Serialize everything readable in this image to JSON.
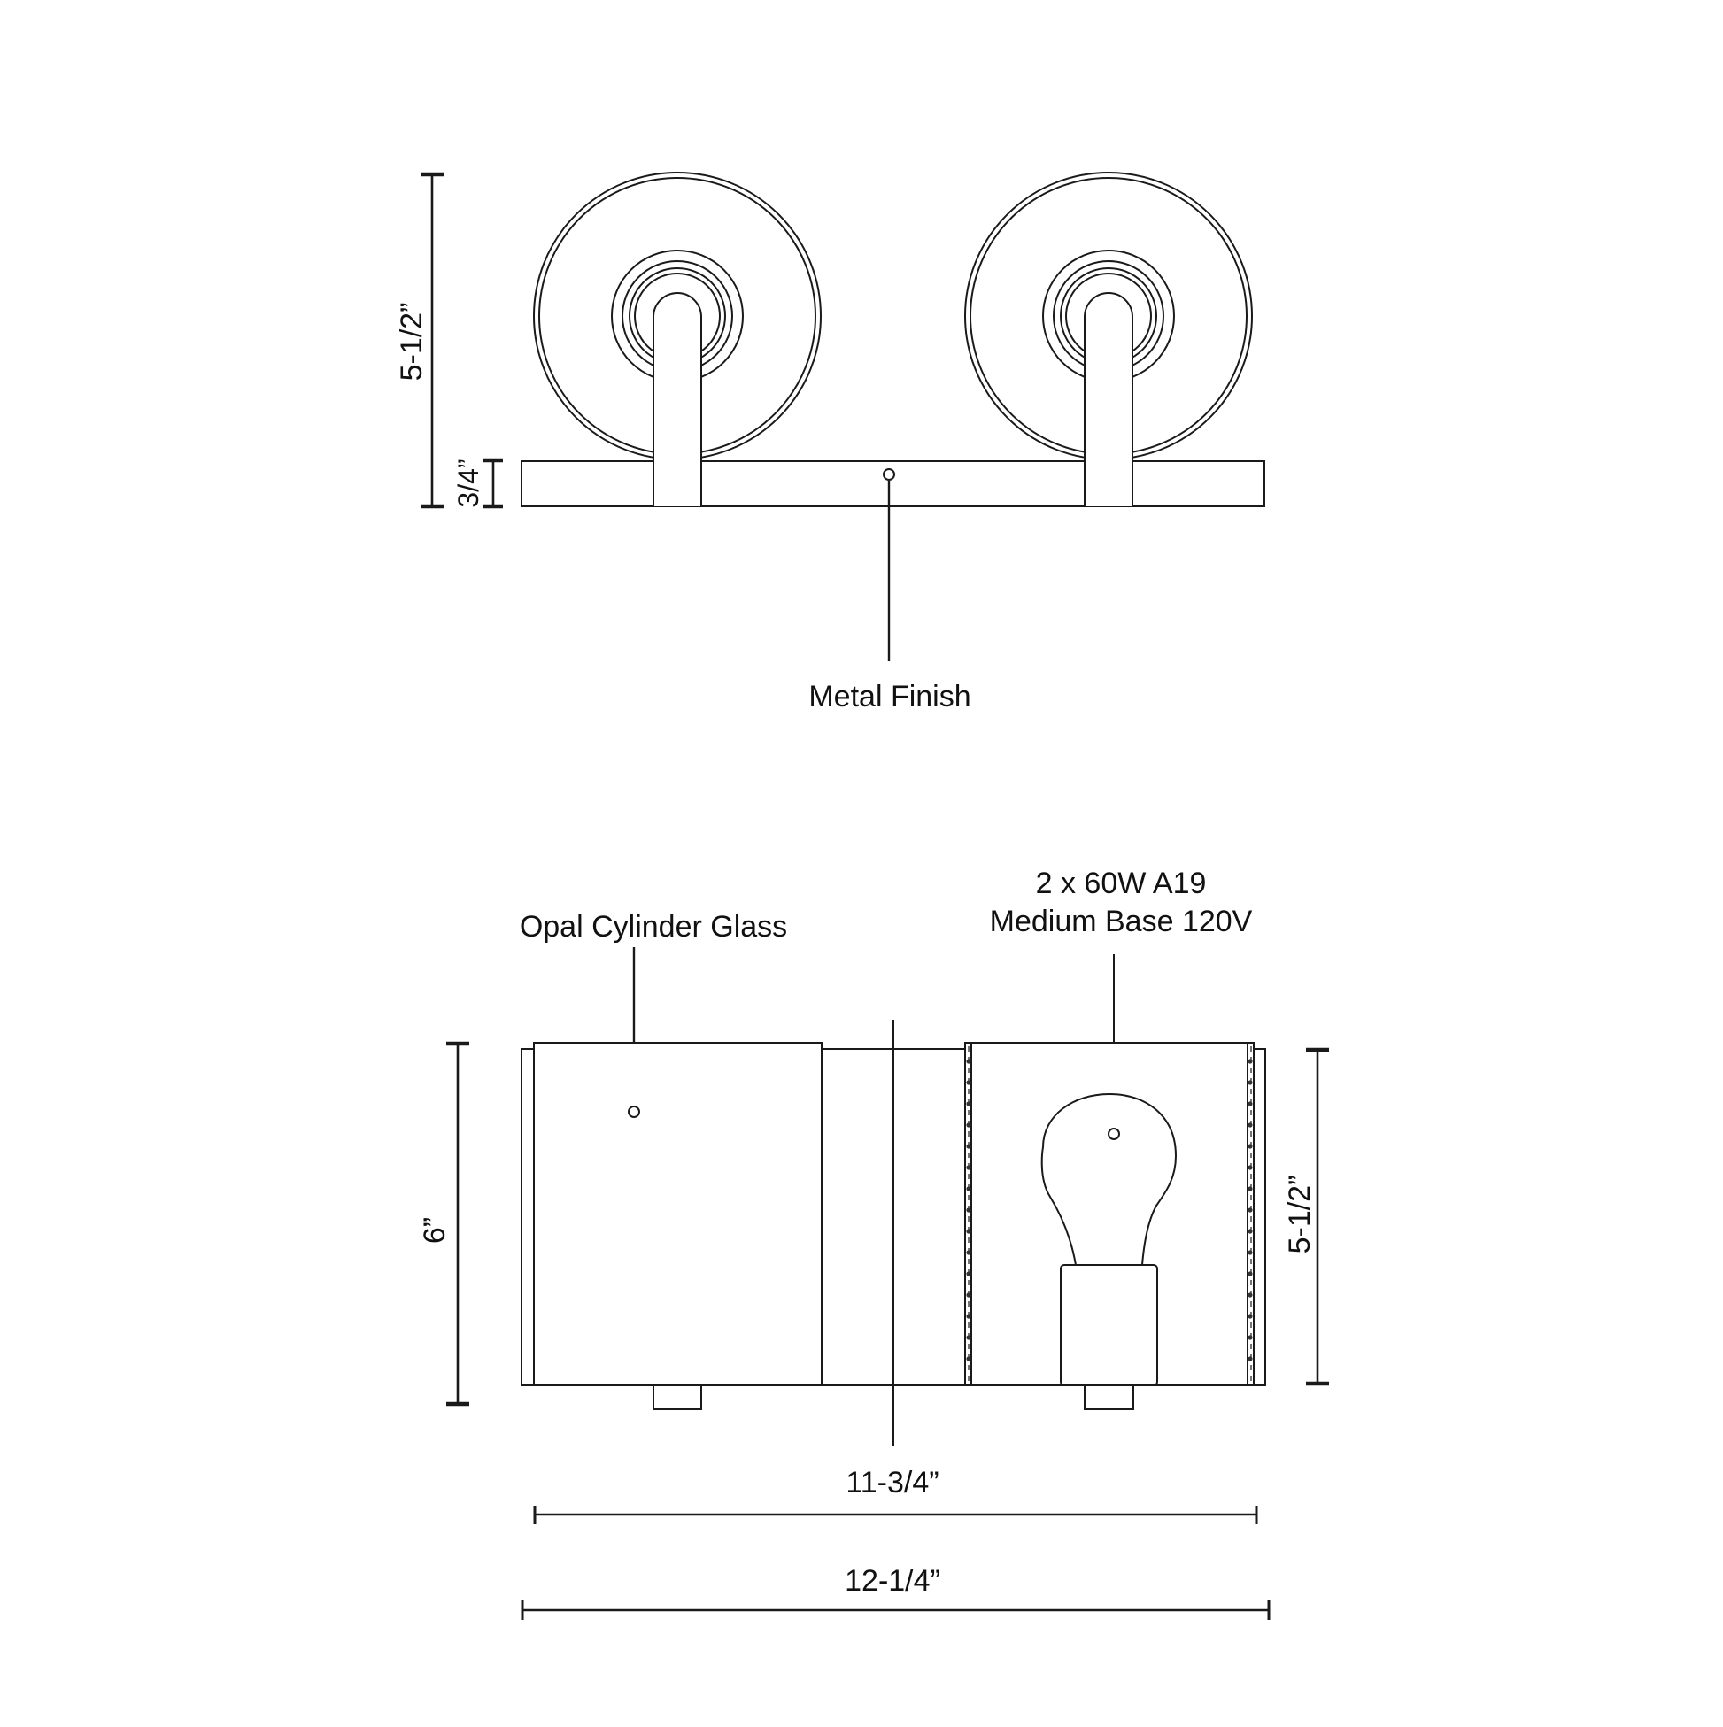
{
  "colors": {
    "background": "#ffffff",
    "line": "#1a1a1a",
    "text": "#111111"
  },
  "top_view": {
    "dimensions": {
      "overall_height": "5-1/2”",
      "backplate_depth": "3/4”"
    },
    "callouts": {
      "finish": "Metal Finish"
    }
  },
  "front_view": {
    "dimensions": {
      "overall_height": "6”",
      "glass_height": "5-1/2”",
      "glass_span_width": "11-3/4”",
      "overall_width": "12-1/4”"
    },
    "callouts": {
      "glass": "Opal Cylinder Glass",
      "bulb_line1": "2 x 60W A19",
      "bulb_line2": "Medium Base 120V"
    }
  }
}
